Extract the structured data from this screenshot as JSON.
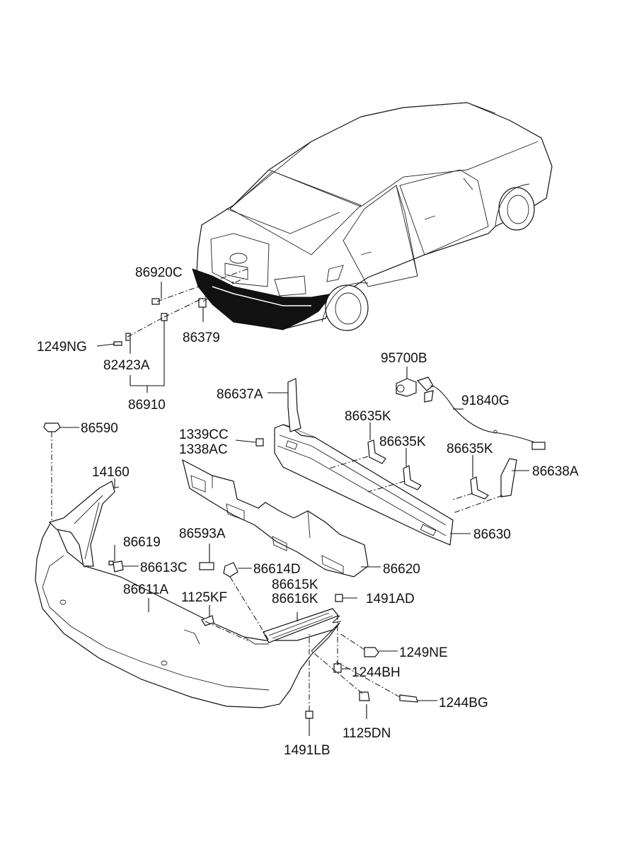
{
  "labels": {
    "p86920C": "86920C",
    "p86379": "86379",
    "p1249NG": "1249NG",
    "p82423A": "82423A",
    "p86910": "86910",
    "p95700B": "95700B",
    "p91840G": "91840G",
    "p86637A": "86637A",
    "p86635K_1": "86635K",
    "p86635K_2": "86635K",
    "p86635K_3": "86635K",
    "p1339CC": "1339CC",
    "p1338AC": "1338AC",
    "p86638A": "86638A",
    "p86590": "86590",
    "p14160": "14160",
    "p86630": "86630",
    "p86593A": "86593A",
    "p86619": "86619",
    "p86613C": "86613C",
    "p86614D": "86614D",
    "p86620": "86620",
    "p86611A": "86611A",
    "p86615K": "86615K",
    "p86616K": "86616K",
    "p1125KF": "1125KF",
    "p1491AD": "1491AD",
    "p1249NE": "1249NE",
    "p1244BH": "1244BH",
    "p1244BG": "1244BG",
    "p1125DN": "1125DN",
    "p1491LB": "1491LB"
  }
}
